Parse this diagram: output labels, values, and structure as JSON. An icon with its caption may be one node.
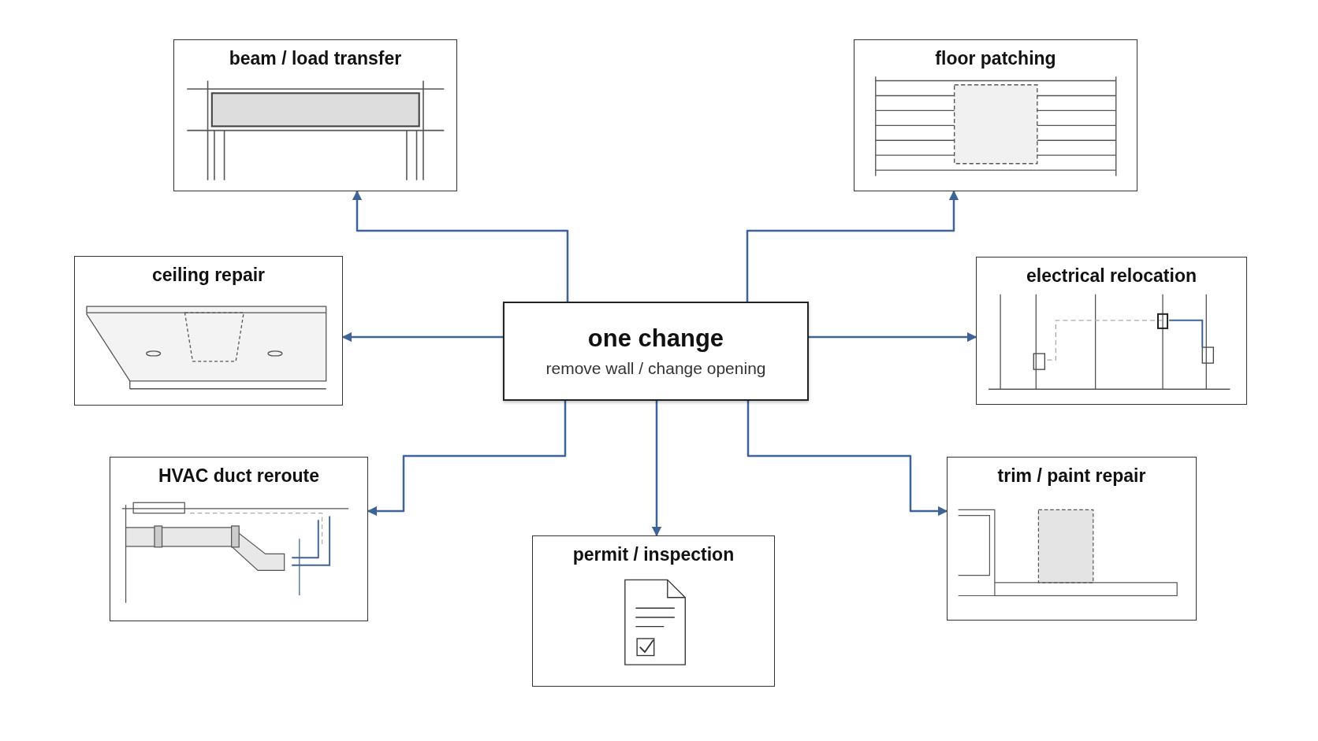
{
  "diagram": {
    "nodes": [
      {
        "text": [
          "one change",
          "remove wall / change opening"
        ]
      },
      {
        "text": [
          "beam / load transfer"
        ]
      },
      {
        "text": [
          "floor patching"
        ]
      },
      {
        "text": [
          "ceiling repair"
        ]
      },
      {
        "text": [
          "electrical relocation"
        ]
      },
      {
        "text": [
          "HVAC duct reroute"
        ]
      },
      {
        "text": [
          "permit / inspection"
        ]
      },
      {
        "text": [
          "trim / paint repair"
        ]
      }
    ],
    "edges": [
      {
        "from": 0,
        "to": 1,
        "arrow": "to"
      },
      {
        "from": 0,
        "to": 2,
        "arrow": "to"
      },
      {
        "from": 0,
        "to": 3,
        "arrow": "to"
      },
      {
        "from": 0,
        "to": 4,
        "arrow": "to"
      },
      {
        "from": 0,
        "to": 5,
        "arrow": "to"
      },
      {
        "from": 0,
        "to": 6,
        "arrow": "to"
      },
      {
        "from": 0,
        "to": 7,
        "arrow": "to"
      }
    ]
  }
}
